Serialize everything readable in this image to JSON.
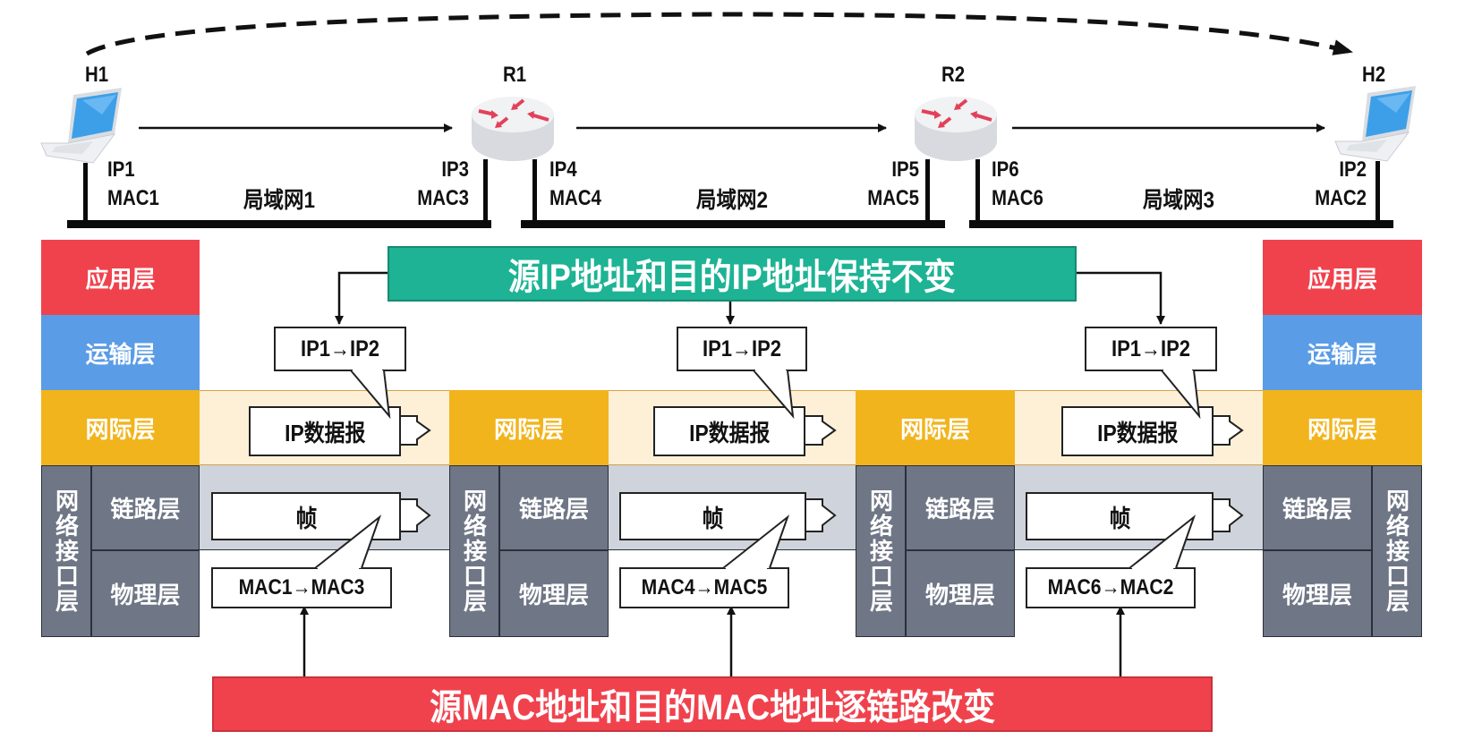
{
  "nodes": {
    "h1": {
      "label": "H1",
      "ip": "IP1",
      "mac": "MAC1"
    },
    "r1": {
      "label": "R1",
      "left_ip": "IP3",
      "left_mac": "MAC3",
      "right_ip": "IP4",
      "right_mac": "MAC4"
    },
    "r2": {
      "label": "R2",
      "left_ip": "IP5",
      "left_mac": "MAC5",
      "right_ip": "IP6",
      "right_mac": "MAC6"
    },
    "h2": {
      "label": "H2",
      "ip": "IP2",
      "mac": "MAC2"
    }
  },
  "lans": [
    "局域网1",
    "局域网2",
    "局域网3"
  ],
  "layers": {
    "app": "应用层",
    "transport": "运输层",
    "network": "网际层",
    "link": "链路层",
    "physical": "物理层",
    "net_interface": "网络接口层"
  },
  "segments": [
    {
      "ip_pair": "IP1→IP2",
      "datagram": "IP数据报",
      "frame": "帧",
      "mac_pair": "MAC1→MAC3"
    },
    {
      "ip_pair": "IP1→IP2",
      "datagram": "IP数据报",
      "frame": "帧",
      "mac_pair": "MAC4→MAC5"
    },
    {
      "ip_pair": "IP1→IP2",
      "datagram": "IP数据报",
      "frame": "帧",
      "mac_pair": "MAC6→MAC2"
    }
  ],
  "banners": {
    "ip_unchanged": "源IP地址和目的IP地址保持不变",
    "mac_changes": "源MAC地址和目的MAC地址逐链路改变"
  },
  "icons": {
    "host": "laptop-icon",
    "router": "router-icon"
  },
  "colors": {
    "app_layer": "#f0424d",
    "transport_layer": "#5a9ce6",
    "network_layer": "#f2b41c",
    "link_layer": "#6f7686",
    "green_banner": "#1db394",
    "red_banner": "#f0424d"
  }
}
